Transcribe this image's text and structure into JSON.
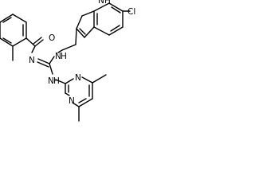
{
  "molecule": {
    "atoms": {
      "indole_nh": "N",
      "indole_h": "H",
      "chloro": "Cl",
      "carbonyl_o": "O",
      "imine_n": "N",
      "ethyl_nh_n": "N",
      "ethyl_nh_h": "H",
      "pyrimidine_nh_n": "N",
      "pyrimidine_nh_h": "H",
      "pyrimidine_n1": "N",
      "pyrimidine_n3": "N"
    }
  }
}
